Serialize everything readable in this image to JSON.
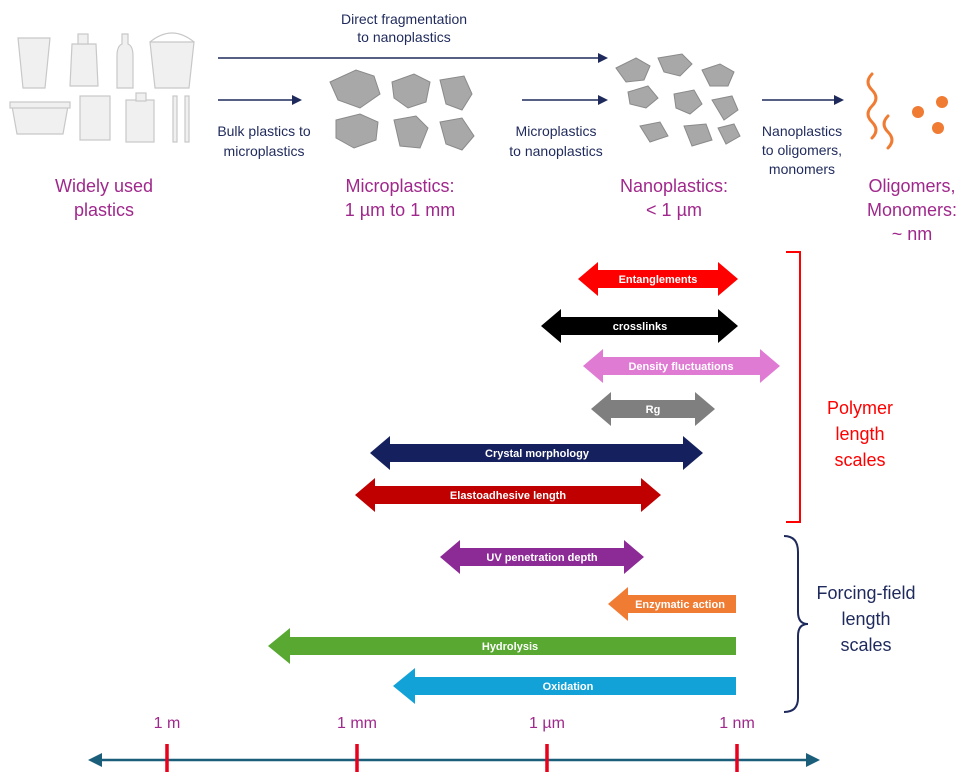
{
  "stages": {
    "widely_used": {
      "line1": "Widely used",
      "line2": "plastics"
    },
    "microplastics": {
      "line1": "Microplastics:",
      "line2": "1 µm to 1 mm"
    },
    "nanoplastics": {
      "line1": "Nanoplastics:",
      "line2": "< 1 µm"
    },
    "oligomers": {
      "line1": "Oligomers,",
      "line2": "Monomers:",
      "line3": "~ nm"
    }
  },
  "transitions": {
    "direct": {
      "line1": "Direct fragmentation",
      "line2": "to nanoplastics"
    },
    "bulk": {
      "line1": "Bulk plastics to",
      "line2": "microplastics"
    },
    "micro_nano": {
      "line1": "Microplastics",
      "line2": "to nanoplastics"
    },
    "nano_oligo": {
      "line1": "Nanoplastics",
      "line2": "to oligomers,",
      "line3": "monomers"
    }
  },
  "groups": {
    "polymer": {
      "line1": "Polymer",
      "line2": "length",
      "line3": "scales"
    },
    "forcing": {
      "line1": "Forcing-field",
      "line2": "length",
      "line3": "scales"
    }
  },
  "scale_ticks": [
    "1 m",
    "1 mm",
    "1 µm",
    "1 nm"
  ],
  "polymer_bars": [
    {
      "label": "Entanglements"
    },
    {
      "label": "crosslinks"
    },
    {
      "label": "Density fluctuations"
    },
    {
      "label": "Rg"
    },
    {
      "label": "Crystal morphology"
    },
    {
      "label": "Elastoadhesive length"
    }
  ],
  "forcing_bars": [
    {
      "label": "UV penetration depth"
    },
    {
      "label": "Enzymatic action"
    },
    {
      "label": "Hydrolysis"
    },
    {
      "label": "Oxidation"
    }
  ],
  "colors": {
    "stage_text": "#a0288c",
    "navy": "#1f2a5c",
    "polymer_bracket": "#ff0000",
    "forcing_bracket": "#1f2a5c",
    "axis": "#1a5e7a",
    "tick": "#e8001c",
    "entanglements": "#ff0000",
    "crosslinks": "#000000",
    "density": "#e07bd4",
    "rg": "#7f7f7f",
    "crystal": "#15215e",
    "elasto": "#c00000",
    "uv": "#8c2a96",
    "enzymatic": "#f07b33",
    "hydrolysis": "#58a832",
    "oxidation": "#12a2d8",
    "particle": "#a8a8a8",
    "oligomer": "#f07b33"
  }
}
